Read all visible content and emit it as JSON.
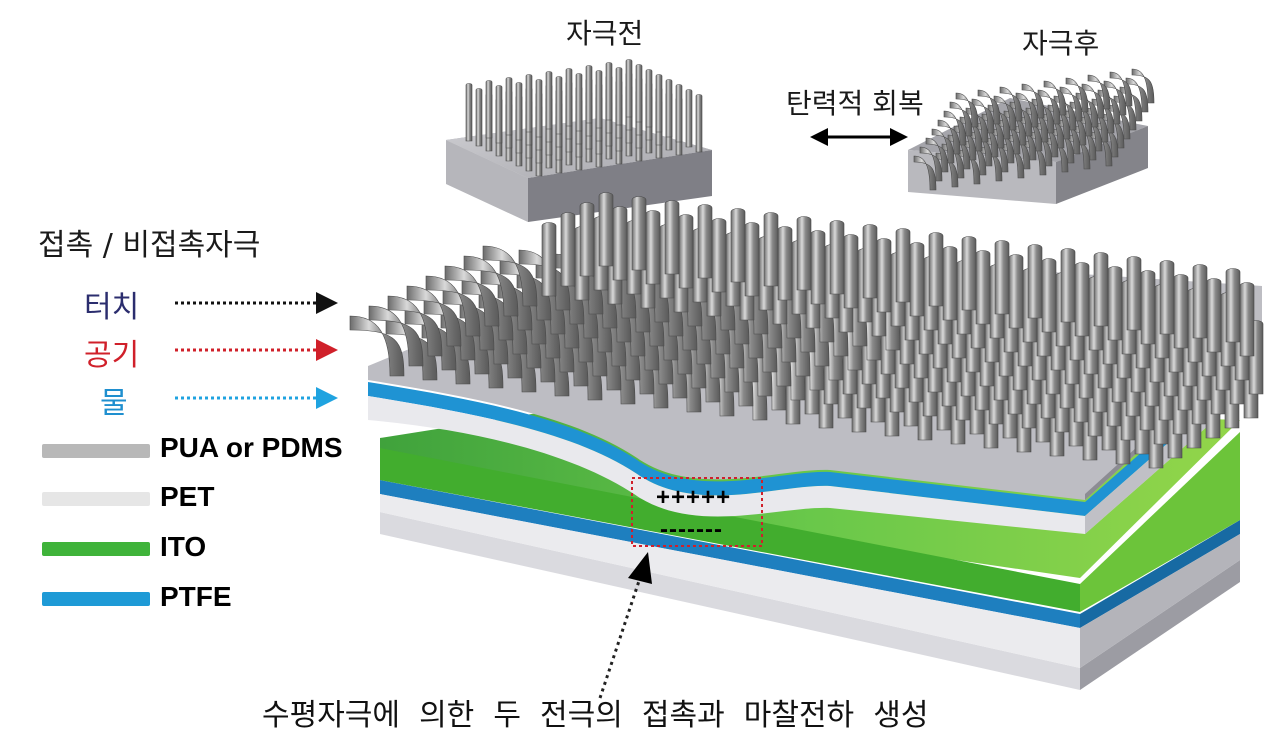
{
  "top": {
    "before_label": "자극전",
    "after_label": "자극후",
    "recovery_label": "탄력적 회복"
  },
  "stimulus": {
    "heading": "접촉 / 비접촉자극",
    "items": [
      {
        "label": "터치",
        "color": "#2b2d6e",
        "arrow_color": "#111111"
      },
      {
        "label": "공기",
        "color": "#d0202a",
        "arrow_color": "#d0202a"
      },
      {
        "label": "물",
        "color": "#1f8fcf",
        "arrow_color": "#1fa3e0"
      }
    ]
  },
  "legend": [
    {
      "label": "PUA or PDMS",
      "color": "#b8b8b8"
    },
    {
      "label": "PET",
      "color": "#e6e6e6"
    },
    {
      "label": "ITO",
      "color": "#3fb33a"
    },
    {
      "label": "PTFE",
      "color": "#1e9ad6"
    }
  ],
  "charges": {
    "positive": "+++++",
    "negative": "-------"
  },
  "caption": "수평자극에  의한  두  전극의  접촉과  마찰전하  생성"
}
